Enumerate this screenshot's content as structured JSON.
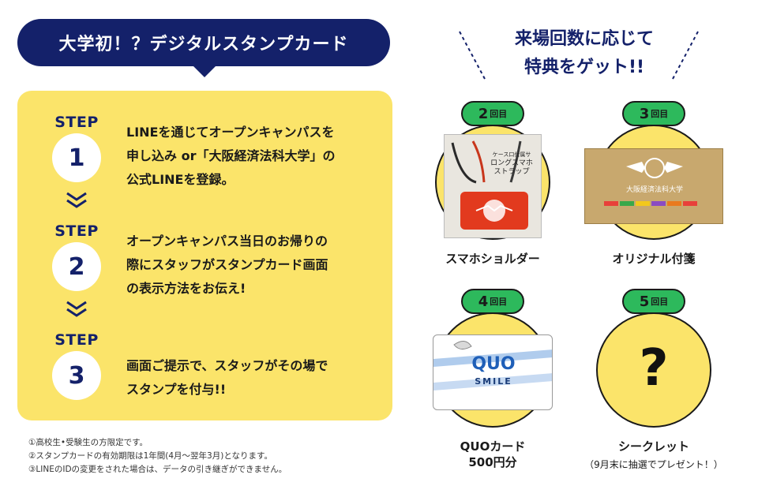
{
  "title": "大学初！？デジタルスタンプカード",
  "steps": [
    {
      "label": "STEP",
      "number": "1",
      "text_lines": [
        "LINEを通じてオープンキャンパスを",
        "申し込み or「大阪経済法科大学」の",
        "公式LINEを登録。"
      ]
    },
    {
      "label": "STEP",
      "number": "2",
      "text_lines": [
        "オープンキャンパス当日のお帰りの",
        "際にスタッフがスタンプカード画面",
        "の表示方法をお伝え!"
      ]
    },
    {
      "label": "STEP",
      "number": "3",
      "text_lines": [
        "画面ご提示で、スタッフがその場で",
        "スタンプを付与!!"
      ]
    }
  ],
  "notes": [
    "①高校生•受験生の方限定です。",
    "②スタンプカードの有効期限は1年間(4月～翌年3月)となります。",
    "③LINEのIDの変更をされた場合は、データの引き継ぎができません。"
  ],
  "rewards_header": {
    "line1": "来場回数に応じて",
    "line2": "特典をゲット!!"
  },
  "rewards": [
    {
      "count": "2",
      "unit": "回目",
      "name": "スマホショルダー",
      "sub": "",
      "product_text": [
        "ケース口付属サ",
        "ロングスマホ",
        "ストラップ"
      ]
    },
    {
      "count": "3",
      "unit": "回目",
      "name": "オリジナル付箋",
      "sub": "",
      "product_text": [
        "大阪経済法科大学"
      ]
    },
    {
      "count": "4",
      "unit": "回目",
      "name": "QUOカード",
      "name2": "500円分",
      "sub": "",
      "product_text": [
        "QUO",
        "SMILE"
      ]
    },
    {
      "count": "5",
      "unit": "回目",
      "name": "シークレット",
      "sub": "（9月末に抽選でプレゼント！）",
      "product_text": [
        "?"
      ]
    }
  ],
  "colors": {
    "navy": "#14216a",
    "yellow": "#fbe46a",
    "green": "#2db95c"
  }
}
